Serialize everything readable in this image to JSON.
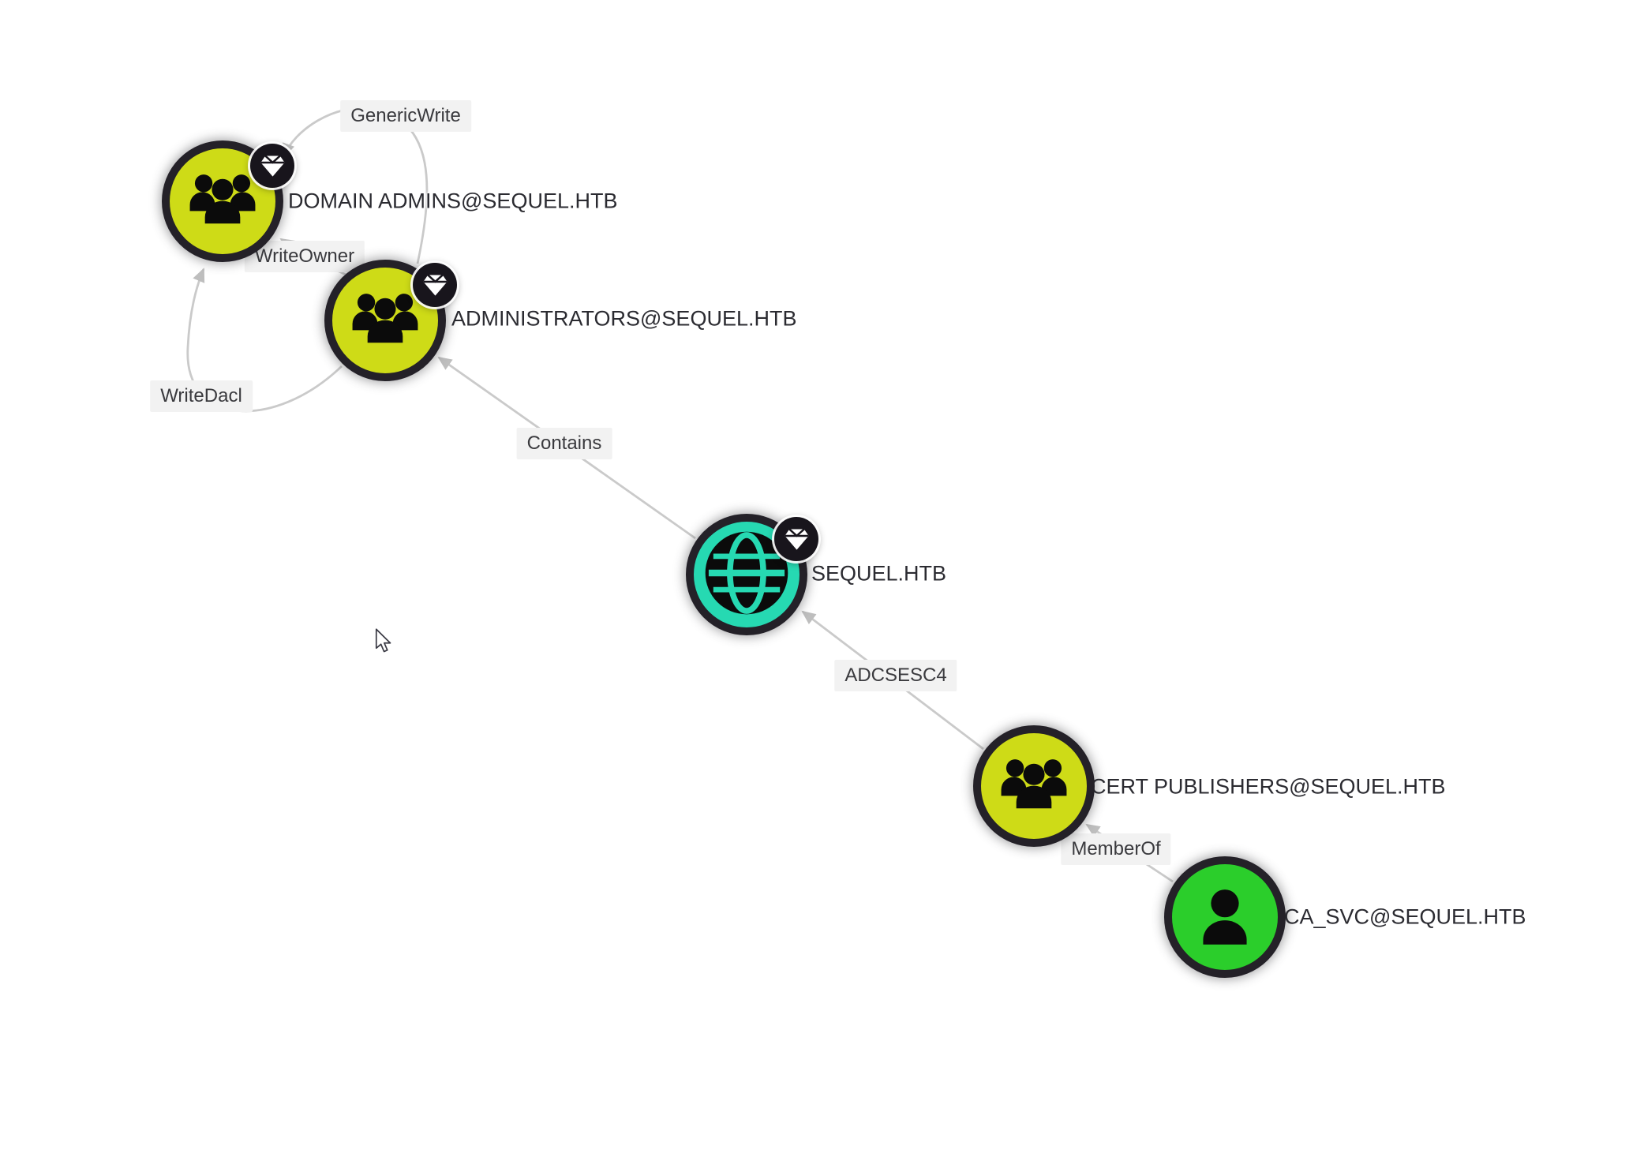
{
  "app": {
    "name": "bloodhound-graph-view",
    "background_color": "#FFFFFF"
  },
  "colors": {
    "group_node_fill": "#CEDB17",
    "domain_node_fill": "#26D9B2",
    "user_node_fill": "#2BCE2B",
    "node_ring": "#242128",
    "badge_background": "#18151C",
    "edge_stroke": "#CACACA",
    "edge_label_background": "#F2F2F2",
    "edge_label_text": "#3A3A3E",
    "node_label_text": "#2B2B31"
  },
  "nodes": [
    {
      "id": "domain-admins",
      "label": "DOMAIN ADMINS@SEQUEL.HTB",
      "type": "group",
      "icon": "users-group-icon",
      "tier_zero_badge": true
    },
    {
      "id": "administrators",
      "label": "ADMINISTRATORS@SEQUEL.HTB",
      "type": "group",
      "icon": "users-group-icon",
      "tier_zero_badge": true
    },
    {
      "id": "sequel-htb",
      "label": "SEQUEL.HTB",
      "type": "domain",
      "icon": "globe-icon",
      "tier_zero_badge": true
    },
    {
      "id": "cert-publishers",
      "label": "CERT PUBLISHERS@SEQUEL.HTB",
      "type": "group",
      "icon": "users-group-icon",
      "tier_zero_badge": false
    },
    {
      "id": "ca-svc",
      "label": "CA_SVC@SEQUEL.HTB",
      "type": "user",
      "icon": "user-icon",
      "tier_zero_badge": false
    }
  ],
  "edges": [
    {
      "label": "GenericWrite",
      "source": "administrators",
      "target": "domain-admins"
    },
    {
      "label": "WriteOwner",
      "source": "administrators",
      "target": "domain-admins"
    },
    {
      "label": "WriteDacl",
      "source": "administrators",
      "target": "domain-admins"
    },
    {
      "label": "Contains",
      "source": "sequel-htb",
      "target": "administrators"
    },
    {
      "label": "ADCSESC4",
      "source": "cert-publishers",
      "target": "sequel-htb"
    },
    {
      "label": "MemberOf",
      "source": "ca-svc",
      "target": "cert-publishers"
    }
  ],
  "cursor": {
    "icon": "arrow-pointer"
  }
}
